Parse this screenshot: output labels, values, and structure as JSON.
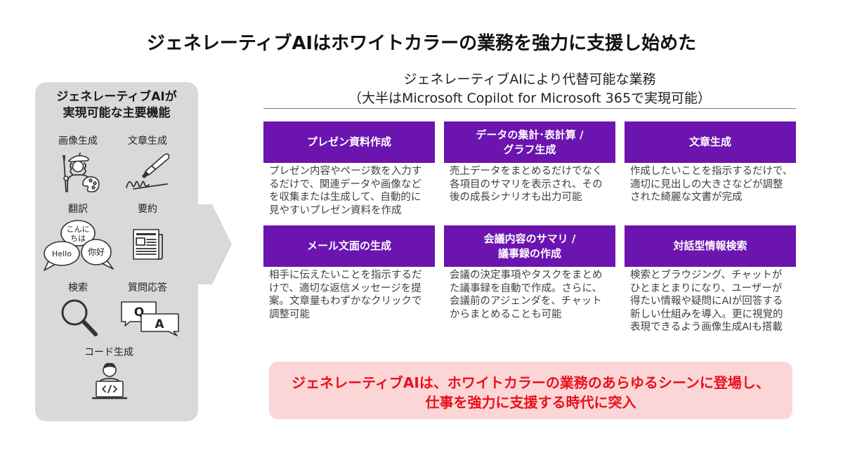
{
  "title": "ジェネレーティブAIはホワイトカラーの業務を強力に支援し始めた",
  "left_panel": {
    "title_lines": [
      "ジェネレーティブAIが",
      "実現可能な主要機能"
    ],
    "functions": [
      {
        "label": "画像生成",
        "icon": "artist-palette-icon"
      },
      {
        "label": "文章生成",
        "icon": "fountain-pen-signature-icon"
      },
      {
        "label": "翻訳",
        "icon": "translation-speech-bubbles-icon"
      },
      {
        "label": "要約",
        "icon": "newspaper-icon"
      },
      {
        "label": "検索",
        "icon": "magnifying-glass-icon"
      },
      {
        "label": "質問応答",
        "icon": "qa-speech-bubbles-icon"
      },
      {
        "label": "コード生成",
        "icon": "person-laptop-code-icon"
      }
    ],
    "translation_bubbles": {
      "japanese_lines": [
        "こんに",
        "ちは"
      ],
      "english": "Hello",
      "chinese": "你好"
    },
    "qa_bubbles": {
      "question": "Q",
      "answer": "A"
    }
  },
  "arrow": {
    "icon": "right-arrow-icon"
  },
  "replaceable_tasks": {
    "heading": "ジェネレーティブAIにより代替可能な業務",
    "subheading": "（大半はMicrosoft Copilot for Microsoft 365で実現可能）",
    "cards": [
      {
        "title_lines": [
          "プレゼン資料作成"
        ],
        "description_lines": [
          "プレゼン内容やページ数を入力す",
          "るだけで、関連データや画像など",
          "を収集または生成して、自動的に",
          "見やすいプレゼン資料を作成"
        ]
      },
      {
        "title_lines": [
          "データの集計･表計算 /",
          "グラフ生成"
        ],
        "description_lines": [
          "売上データをまとめるだけでなく",
          "各項目のサマリを表示され、その",
          "後の成長シナリオも出力可能"
        ]
      },
      {
        "title_lines": [
          "文章生成"
        ],
        "description_lines": [
          "作成したいことを指示するだけで、",
          "適切に見出しの大きさなどが調整",
          "された綺麗な文書が完成"
        ]
      },
      {
        "title_lines": [
          "メール文面の生成"
        ],
        "description_lines": [
          "相手に伝えたいことを指示するだ",
          "けで、適切な返信メッセージを提",
          "案。文章量もわずかなクリックで",
          "調整可能"
        ]
      },
      {
        "title_lines": [
          "会議内容のサマリ /",
          "議事録の作成"
        ],
        "description_lines": [
          "会議の決定事項やタスクをまとめ",
          "た議事録を自動で作成。さらに、",
          "会議前のアジェンダを、チャット",
          "からまとめることも可能"
        ]
      },
      {
        "title_lines": [
          "対話型情報検索"
        ],
        "description_lines": [
          "検索とブラウジング、チャットが",
          "ひとまとまりになり、ユーザーが",
          "得たい情報や疑問にAIが回答する",
          "新しい仕組みを導入。更に視覚的",
          "表現できるよう画像生成AIも搭載"
        ]
      }
    ]
  },
  "callout": {
    "lines": [
      "ジェネレーティブAIは、ホワイトカラーの業務のあらゆるシーンに登場し、",
      "仕事を強力に支援する時代に突入"
    ]
  },
  "colors": {
    "panel_gray": "#d9d9d9",
    "card_header_purple": "#6c14b0",
    "callout_background": "#fcd6d6",
    "callout_text_red": "#e8111d"
  }
}
